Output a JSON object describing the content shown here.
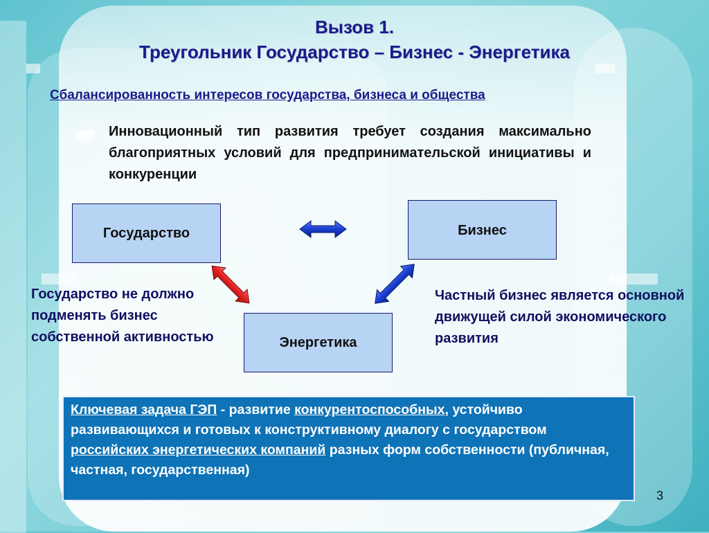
{
  "slide": {
    "title_line1": "Вызов 1.",
    "title_line2": "Треугольник Государство – Бизнес - Энергетика",
    "subtitle": "Сбалансированность интересов государства, бизнеса и общества",
    "paragraph": "Инновационный тип развития требует создания максимально благоприятных условий для предпринимательской инициативы и конкуренции",
    "boxes": {
      "state": "Государство",
      "business": "Бизнес",
      "energy": "Энергетика"
    },
    "left_note": "Государство не должно подменять бизнес собственной активностью",
    "right_note": "Частный бизнес является основной движущей силой экономического развития",
    "key_task": {
      "p1": "Ключевая задача ГЭП",
      "p2": " - развитие ",
      "p3": "конкурентоспособных",
      "p4": ", устойчиво развивающихся и готовых к конструктивному диалогу с государством ",
      "p5": "российских энергетических компаний",
      "p6": " разных форм собственности (публичная, частная, государственная)"
    },
    "page_number": "3"
  },
  "colors": {
    "title": "#1a1a8a",
    "box_fill": "#b8d4f4",
    "key_box": "#0f73b8",
    "arrow_blue": "#1a3fd0",
    "arrow_red": "#e02020"
  }
}
